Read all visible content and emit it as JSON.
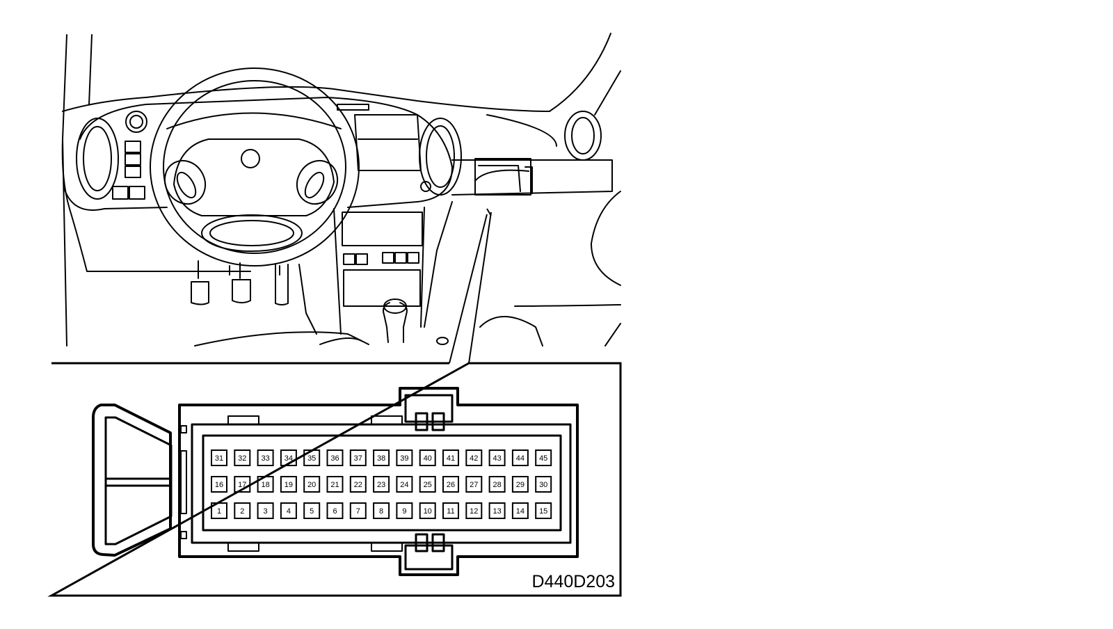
{
  "figure": {
    "reference_code": "D440D203"
  },
  "connector": {
    "pin_rows": [
      [
        "31",
        "32",
        "33",
        "34",
        "35",
        "36",
        "37",
        "38",
        "39",
        "40",
        "41",
        "42",
        "43",
        "44",
        "45"
      ],
      [
        "16",
        "17",
        "18",
        "19",
        "20",
        "21",
        "22",
        "23",
        "24",
        "25",
        "26",
        "27",
        "28",
        "29",
        "30"
      ],
      [
        "1",
        "2",
        "3",
        "4",
        "5",
        "6",
        "7",
        "8",
        "9",
        "10",
        "11",
        "12",
        "13",
        "14",
        "15"
      ]
    ]
  },
  "colors": {
    "line": "#000000",
    "background": "#ffffff"
  }
}
